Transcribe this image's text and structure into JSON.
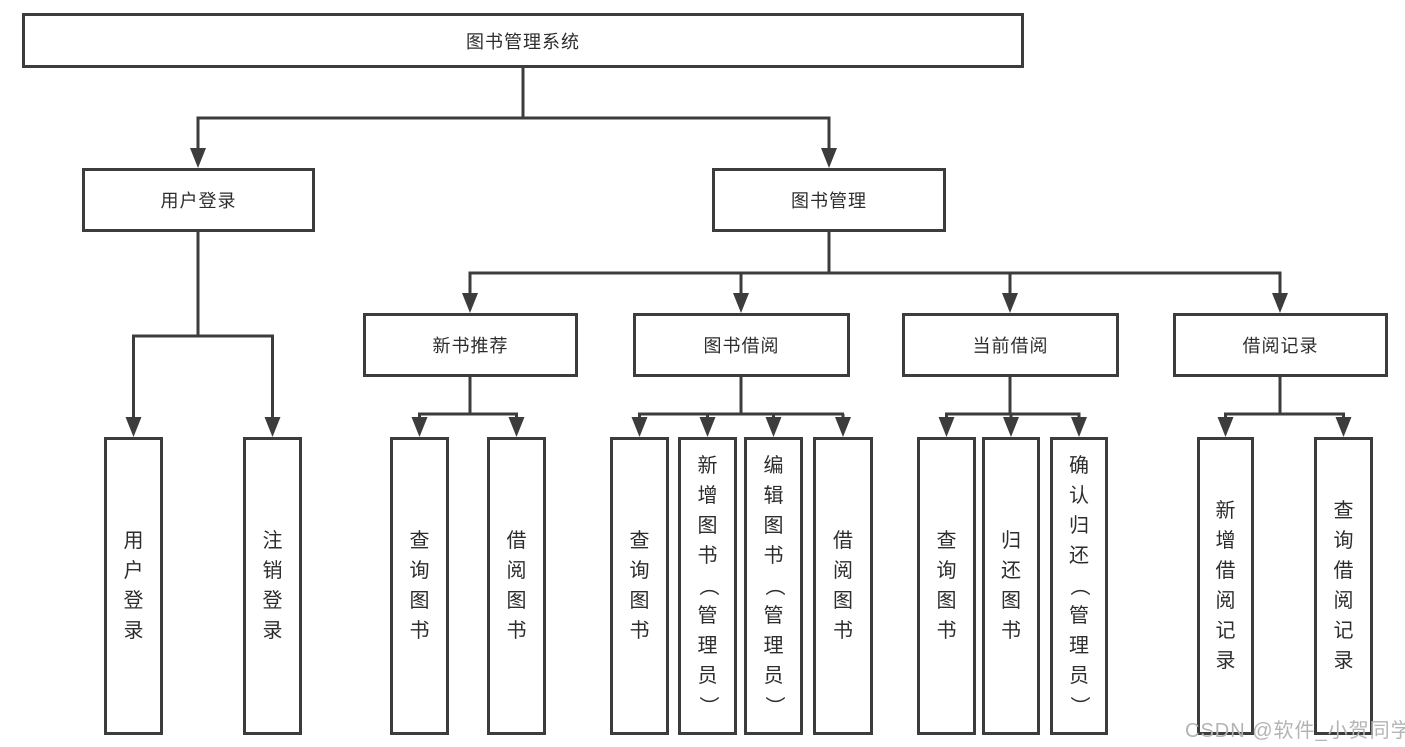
{
  "diagram": {
    "title": "图书管理系统",
    "root": {
      "label": "图书管理系统"
    },
    "level2": {
      "user_login": {
        "label": "用户登录"
      },
      "book_mgmt": {
        "label": "图书管理"
      }
    },
    "level3": {
      "new_book_rec": {
        "label": "新书推荐"
      },
      "book_borrow": {
        "label": "图书借阅"
      },
      "current_borrow": {
        "label": "当前借阅"
      },
      "borrow_records": {
        "label": "借阅记录"
      }
    },
    "leaves": {
      "user_login_leaf": {
        "label": "用户登录"
      },
      "logout_leaf": {
        "label": "注销登录"
      },
      "rec_query_book": {
        "label": "查询图书"
      },
      "rec_borrow_book": {
        "label": "借阅图书"
      },
      "bb_query_book": {
        "label": "查询图书"
      },
      "bb_add_book": {
        "label": "新增图书（管理员）"
      },
      "bb_edit_book": {
        "label": "编辑图书（管理员）"
      },
      "bb_borrow_book": {
        "label": "借阅图书"
      },
      "cb_query_book": {
        "label": "查询图书"
      },
      "cb_return_book": {
        "label": "归还图书"
      },
      "cb_confirm_return": {
        "label": "确认归还（管理员）"
      },
      "br_add_record": {
        "label": "新增借阅记录"
      },
      "br_query_record": {
        "label": "查询借阅记录"
      }
    }
  },
  "watermark": {
    "text": "CSDN @软件_小贺同学"
  },
  "colors": {
    "line": "#3c3c3c",
    "text": "#2d2d2d",
    "background": "#ffffff",
    "watermark": "#b4b4b4"
  }
}
